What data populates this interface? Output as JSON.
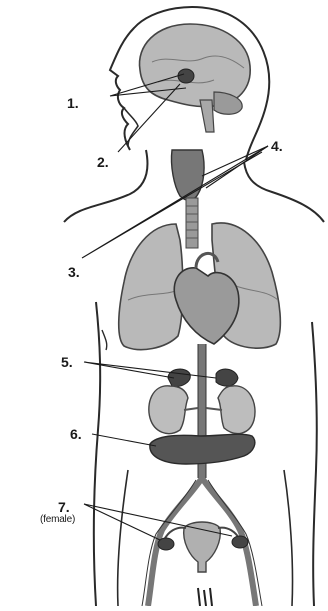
{
  "labels": {
    "l1": "1.",
    "l2": "2.",
    "l3": "3.",
    "l4": "4.",
    "l5": "5.",
    "l6": "6.",
    "l7": "7.",
    "l7_note": "(female)"
  },
  "colors": {
    "ink": "#2a2a2a",
    "organ_light": "#b9b9b9",
    "organ_mid": "#8e8e8e",
    "organ_dark": "#555555",
    "background": "#ffffff"
  }
}
